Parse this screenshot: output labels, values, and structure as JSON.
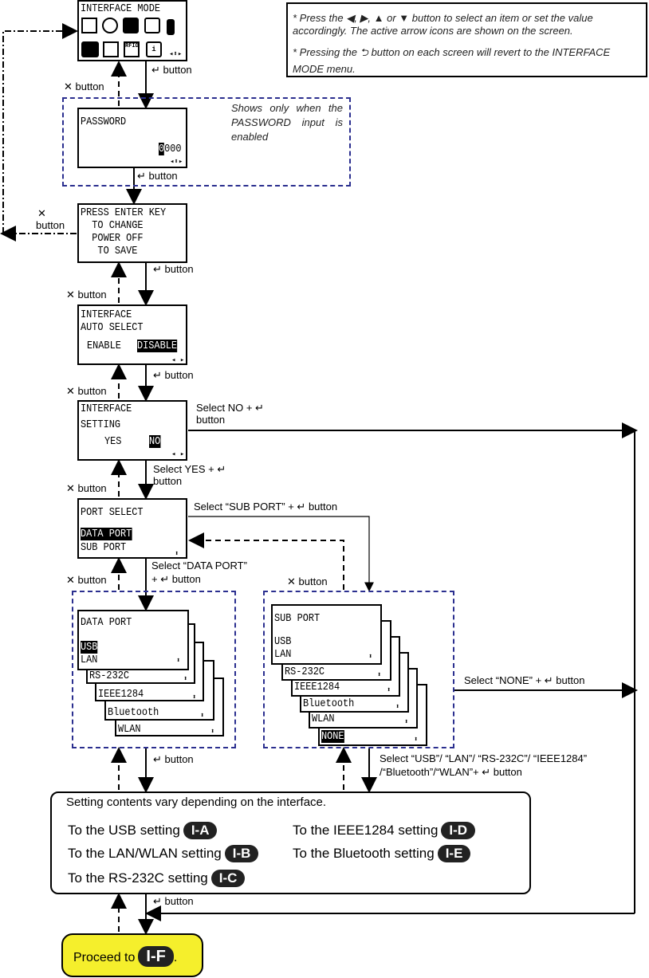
{
  "notes": {
    "line1": "* Press the ◀, ▶, ▲ or ▼ button to select an item or set the value accordingly. The active arrow icons are shown on the screen.",
    "line2": "* Pressing the ⮌ button on each screen will revert to the INTERFACE MODE menu."
  },
  "screens": {
    "interface_mode": {
      "title": "INTERFACE MODE",
      "icons": [
        "layout-icon",
        "person-icon",
        "interface-icon",
        "display-icon",
        "hammer-icon",
        "tools-icon",
        "document-icon",
        "rfid-icon",
        "info-icon"
      ],
      "rfid": "RFID",
      "info": "i",
      "arrows": "◂⬍▸"
    },
    "password": {
      "title": "PASSWORD",
      "value_first": "0",
      "value_rest": "000",
      "arrows": "◂⬍▸"
    },
    "press_enter": {
      "lines": [
        "PRESS ENTER KEY",
        "  TO CHANGE",
        "  POWER OFF",
        "   TO SAVE"
      ]
    },
    "auto_select": {
      "line1": "INTERFACE",
      "line2": "AUTO SELECT",
      "option1": "ENABLE",
      "option2": "DISABLE",
      "arrows": "◂ ▸"
    },
    "setting": {
      "line1": "INTERFACE",
      "line2": "SETTING",
      "option1": "YES",
      "option2": "NO",
      "arrows": "◂ ▸"
    },
    "port_select": {
      "title": "PORT SELECT",
      "option1": "DATA PORT",
      "option2": "SUB PORT",
      "arrows": "⬍"
    },
    "data_port": {
      "title": "DATA PORT",
      "items": [
        "USB",
        "LAN",
        "RS-232C",
        "IEEE1284",
        "Bluetooth",
        "WLAN"
      ]
    },
    "sub_port": {
      "title": "SUB PORT",
      "items": [
        "USB",
        "LAN",
        "RS-232C",
        "IEEE1284",
        "Bluetooth",
        "WLAN",
        "NONE"
      ]
    }
  },
  "password_note": "Shows only when the PASSWORD input is enabled",
  "labels": {
    "enter_button": "↵ button",
    "cancel_button": "✕ button",
    "cancel_x": "✕",
    "button": "button",
    "select_no": "Select NO + ↵",
    "select_yes": "Select YES + ↵",
    "select_sub": "Select “SUB PORT” +  ↵  button",
    "select_data1": "Select “DATA PORT”",
    "select_data2": "+  ↵   button",
    "select_none": "Select “NONE” +   ↵  button",
    "select_any1": "Select “USB”/ “LAN”/ “RS-232C”/ “IEEE1284”",
    "select_any2": "/“Bluetooth”/“WLAN”+ ↵  button"
  },
  "settings_box": {
    "heading": "Setting contents vary depending on the interface.",
    "items": [
      {
        "label": "To the USB setting",
        "tag": "I-A"
      },
      {
        "label": "To the LAN/WLAN setting",
        "tag": "I-B"
      },
      {
        "label": "To the RS-232C setting",
        "tag": "I-C"
      },
      {
        "label": "To the IEEE1284 setting",
        "tag": "I-D"
      },
      {
        "label": "To the Bluetooth setting",
        "tag": "I-E"
      }
    ]
  },
  "proceed": {
    "label": "Proceed to",
    "tag": "I-F",
    "suffix": "."
  },
  "colors": {
    "dashed_region": "#2b2f8f",
    "proceed_bg": "#f5ef2c",
    "tag_bg": "#222222"
  }
}
